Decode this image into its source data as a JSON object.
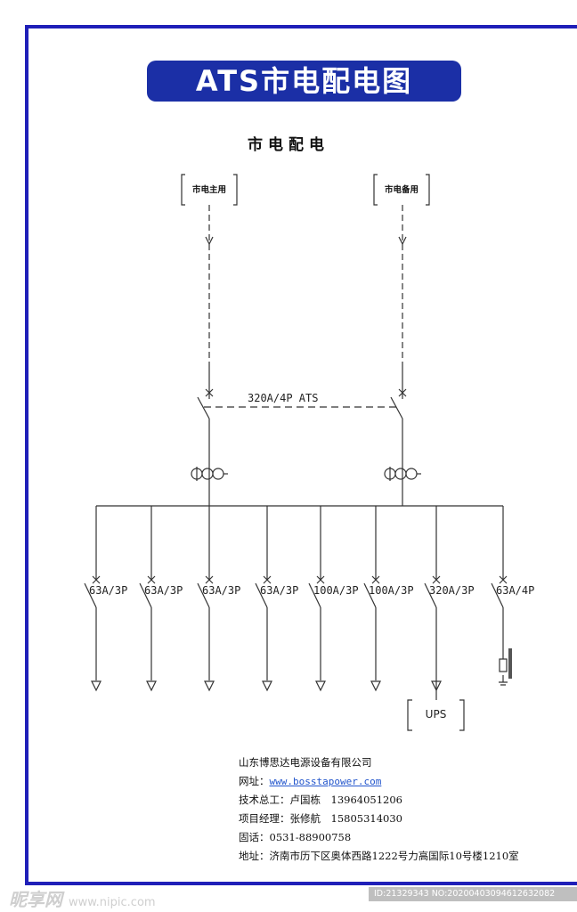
{
  "title": "ATS市电配电图",
  "subtitle": "市电配电",
  "sources": {
    "main": "市电主用",
    "backup": "市电备用"
  },
  "ats_label": "320A/4P ATS",
  "breakers": [
    "63A/3P",
    "63A/3P",
    "63A/3P",
    "63A/3P",
    "100A/3P",
    "100A/3P",
    "320A/3P",
    "63A/4P"
  ],
  "ups_label": "UPS",
  "company": {
    "name": "山东博思达电源设备有限公司",
    "website_label": "网址：",
    "website": "www.bosstapower.com",
    "tech_label": "技术总工：",
    "tech_contact": "卢国栋　13964051206",
    "pm_label": "项目经理：",
    "pm_contact": "张修航　15805314030",
    "phone_label": "固话：",
    "phone": "0531-88900758",
    "address_label": "地址：",
    "address": "济南市历下区奥体西路1222号力高国际10号楼1210室"
  },
  "watermark": {
    "text": "昵享网",
    "url": "www.nipic.com"
  },
  "image_id": "ID:21329343 NO:20200403094612632082",
  "colors": {
    "frame": "#1f1fb8",
    "title_bg": "#1b2fa6",
    "line": "#333333",
    "link": "#2255cc"
  }
}
